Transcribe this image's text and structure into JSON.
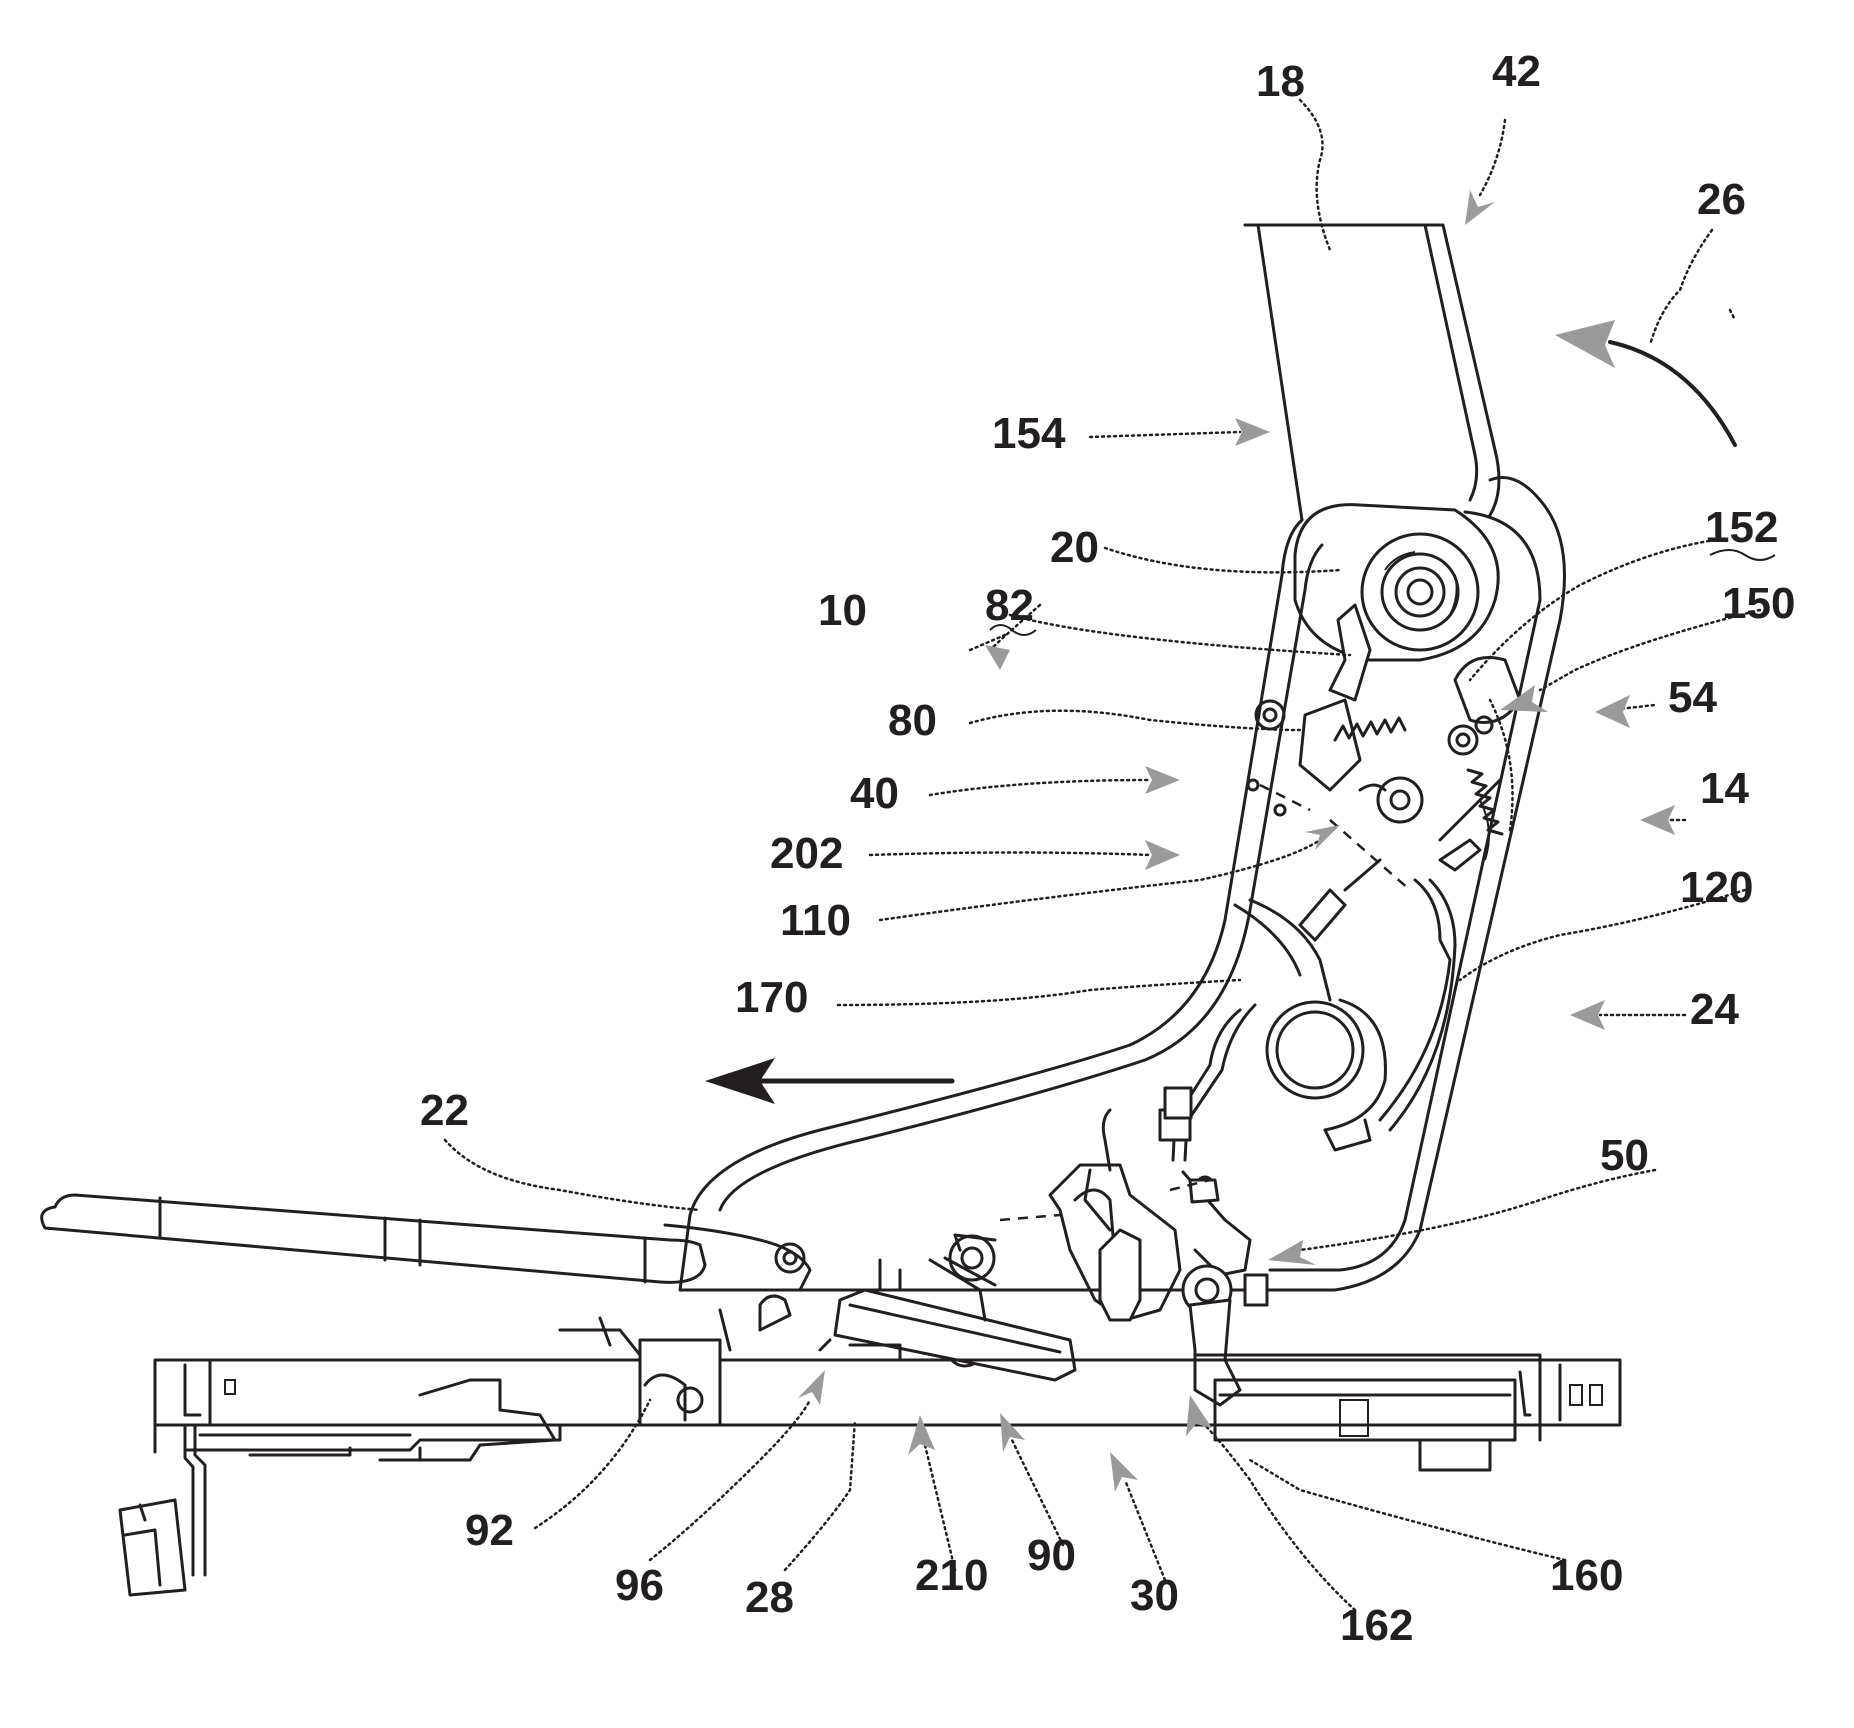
{
  "figure": {
    "labels": [
      {
        "id": "lbl-18",
        "text": "18"
      },
      {
        "id": "lbl-42",
        "text": "42"
      },
      {
        "id": "lbl-26",
        "text": "26"
      },
      {
        "id": "lbl-154",
        "text": "154"
      },
      {
        "id": "lbl-20",
        "text": "20"
      },
      {
        "id": "lbl-152",
        "text": "152"
      },
      {
        "id": "lbl-10",
        "text": "10"
      },
      {
        "id": "lbl-82",
        "text": "82"
      },
      {
        "id": "lbl-150",
        "text": "150"
      },
      {
        "id": "lbl-54",
        "text": "54"
      },
      {
        "id": "lbl-80",
        "text": "80"
      },
      {
        "id": "lbl-14",
        "text": "14"
      },
      {
        "id": "lbl-40",
        "text": "40"
      },
      {
        "id": "lbl-202",
        "text": "202"
      },
      {
        "id": "lbl-110",
        "text": "110"
      },
      {
        "id": "lbl-120",
        "text": "120"
      },
      {
        "id": "lbl-170",
        "text": "170"
      },
      {
        "id": "lbl-24",
        "text": "24"
      },
      {
        "id": "lbl-22",
        "text": "22"
      },
      {
        "id": "lbl-50",
        "text": "50"
      },
      {
        "id": "lbl-92",
        "text": "92"
      },
      {
        "id": "lbl-96",
        "text": "96"
      },
      {
        "id": "lbl-28",
        "text": "28"
      },
      {
        "id": "lbl-210",
        "text": "210"
      },
      {
        "id": "lbl-90",
        "text": "90"
      },
      {
        "id": "lbl-30",
        "text": "30"
      },
      {
        "id": "lbl-162",
        "text": "162"
      },
      {
        "id": "lbl-160",
        "text": "160"
      }
    ]
  }
}
